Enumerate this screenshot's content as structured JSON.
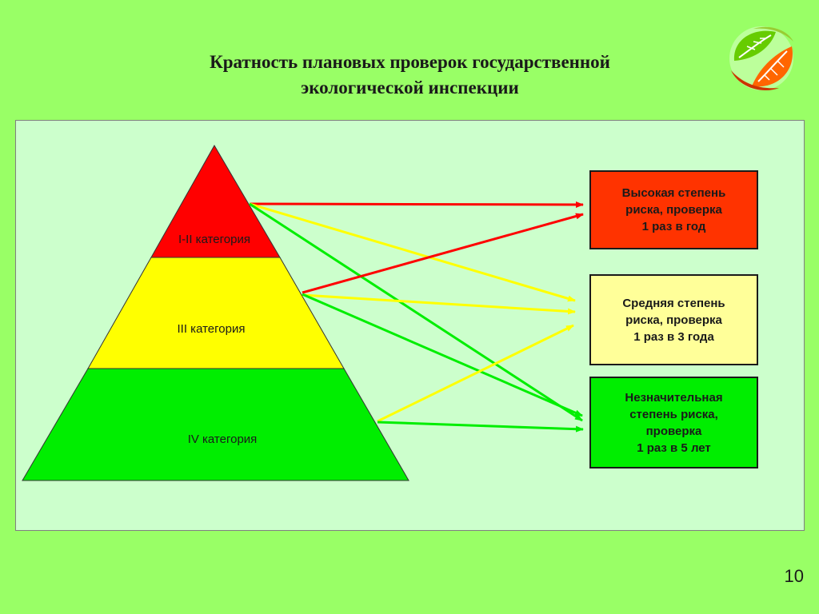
{
  "title": {
    "line1": "Кратность плановых проверок государственной",
    "line2": "экологической инспекции"
  },
  "logo": {
    "icon": "leaves-logo-icon",
    "colors": [
      "#cc3300",
      "#ff6600",
      "#66cc00",
      "#99cc33"
    ]
  },
  "pyramid": {
    "levels": [
      {
        "label": "I-II категория",
        "color": "#ff0000"
      },
      {
        "label": "III категория",
        "color": "#ffff00"
      },
      {
        "label": "IV категория",
        "color": "#00ee00"
      }
    ]
  },
  "risk_boxes": [
    {
      "lines": [
        "Высокая степень",
        "риска, проверка",
        "1 раз в год"
      ],
      "color": "#ff3300"
    },
    {
      "lines": [
        "Средняя степень",
        "риска, проверка",
        "1 раз в 3 года"
      ],
      "color": "#ffff99"
    },
    {
      "lines": [
        "Незначительная",
        "степень риска,",
        "проверка",
        "1 раз в 5 лет"
      ],
      "color": "#00ee00"
    }
  ],
  "arrows": [
    {
      "from": "I-II категория",
      "to": "Высокая степень риска",
      "color": "#ff0000"
    },
    {
      "from": "I-II категория",
      "to": "Средняя степень риска",
      "color": "#ffff00"
    },
    {
      "from": "I-II категория",
      "to": "Незначительная степень риска",
      "color": "#00ee00"
    },
    {
      "from": "III категория",
      "to": "Высокая степень риска",
      "color": "#ff0000"
    },
    {
      "from": "III категория",
      "to": "Средняя степень риска",
      "color": "#ffff00"
    },
    {
      "from": "III категория",
      "to": "Незначительная степень риска",
      "color": "#00ee00"
    },
    {
      "from": "IV категория",
      "to": "Средняя степень риска",
      "color": "#ffff00"
    },
    {
      "from": "IV категория",
      "to": "Незначительная степень риска",
      "color": "#00ee00"
    }
  ],
  "page_number": "10"
}
